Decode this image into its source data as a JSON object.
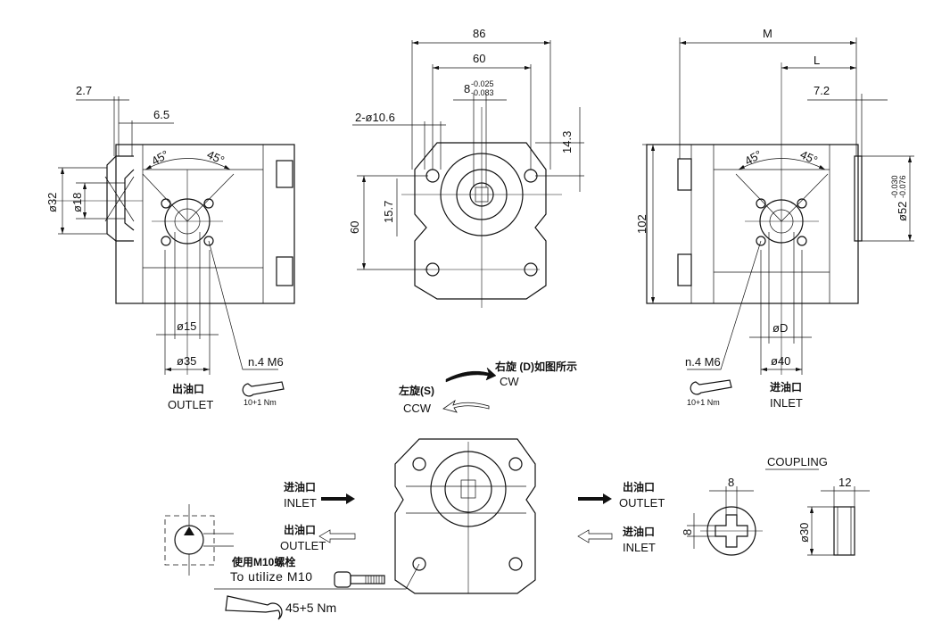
{
  "left_view": {
    "dim_2_7": "2.7",
    "dim_6_5": "6.5",
    "angle_a": "45°",
    "angle_b": "45°",
    "dim_d32": "ø32",
    "dim_d18": "ø18",
    "dim_d15": "ø15",
    "dim_d35": "ø35",
    "bolts": "n.4  M6",
    "torque": "10+1 Nm",
    "port_cn": "出油口",
    "port_en": "OUTLET"
  },
  "front_view": {
    "dim_86": "86",
    "dim_60_top": "60",
    "key_width": "8",
    "key_tol_upper": "-0.025",
    "key_tol_lower": "-0.083",
    "holes": "2-ø10.6",
    "dim_14_3": "14.3",
    "dim_15_7": "15.7",
    "dim_60_side": "60"
  },
  "right_view": {
    "dim_M": "M",
    "dim_L": "L",
    "dim_7_2": "7.2",
    "dim_102": "102",
    "dim_d52": "ø52",
    "d52_tol_upper": "-0.030",
    "d52_tol_lower": "-0.076",
    "angle_a": "45°",
    "angle_b": "45°",
    "dim_dD": "øD",
    "dim_d40": "ø40",
    "bolts": "n.4  M6",
    "torque": "10+1 Nm",
    "port_cn": "进油口",
    "port_en": "INLET"
  },
  "rotation": {
    "cw_cn": "右旋 (D)如图所示",
    "cw_en": "CW",
    "ccw_cn": "左旋(S)",
    "ccw_en": "CCW"
  },
  "bottom_view": {
    "left_in_cn": "进油口",
    "left_in_en": "INLET",
    "left_out_cn": "出油口",
    "left_out_en": "OUTLET",
    "right_out_cn": "出油口",
    "right_out_en": "OUTLET",
    "right_in_cn": "进油口",
    "right_in_en": "INLET",
    "bolt_cn": "使用M10螺栓",
    "bolt_en": "To  utilize  M10",
    "torque": "45+5  Nm"
  },
  "coupling": {
    "title": "COUPLING",
    "dim_8_w": "8",
    "dim_8_h": "8",
    "dim_12": "12",
    "dim_d30": "ø30"
  }
}
